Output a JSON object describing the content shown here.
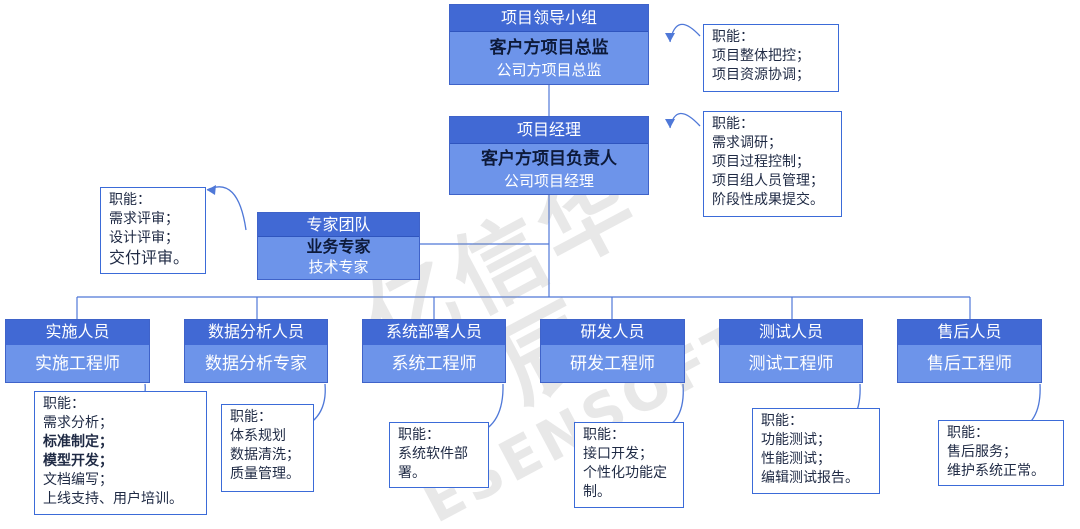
{
  "leader_group": {
    "title": "项目领导小组",
    "line1": "客户方项目总监",
    "line2": "公司方项目总监"
  },
  "leader_duties": {
    "label": "职能：",
    "items": [
      "项目整体把控；",
      "项目资源协调；"
    ]
  },
  "pm": {
    "title": "项目经理",
    "line1": "客户方项目负责人",
    "line2": "公司项目经理"
  },
  "pm_duties": {
    "label": "职能：",
    "items": [
      "需求调研；",
      "项目过程控制；",
      "项目组人员管理；",
      "阶段性成果提交。"
    ]
  },
  "experts": {
    "title": "专家团队",
    "line1": "业务专家",
    "line2": "技术专家"
  },
  "expert_duties": {
    "label": "职能：",
    "items": [
      "需求评审；",
      "设计评审；",
      "交付评审。"
    ]
  },
  "teams": [
    {
      "title": "实施人员",
      "sub": "实施工程师"
    },
    {
      "title": "数据分析人员",
      "sub": "数据分析专家"
    },
    {
      "title": "系统部署人员",
      "sub": "系统工程师"
    },
    {
      "title": "研发人员",
      "sub": "研发工程师"
    },
    {
      "title": "测试人员",
      "sub": "测试工程师"
    },
    {
      "title": "售后人员",
      "sub": "售后工程师"
    }
  ],
  "team_duties": [
    {
      "label": "职能：",
      "items": [
        "需求分析；",
        "标准制定；",
        "模型开发；",
        "文档编写；",
        "上线支持、用户培训。"
      ]
    },
    {
      "label": "职能：",
      "items": [
        "体系规划",
        "数据清洗；",
        "质量管理。"
      ]
    },
    {
      "label": "职能：",
      "items": [
        "系统软件部",
        "署。"
      ]
    },
    {
      "label": "职能：",
      "items": [
        "接口开发；",
        "个性化功能定",
        "制。"
      ]
    },
    {
      "label": "职能：",
      "items": [
        "功能测试；",
        "性能测试；",
        "编辑测试报告。"
      ]
    },
    {
      "label": "职能：",
      "items": [
        "售后服务；",
        "维护系统正常。"
      ]
    }
  ],
  "watermark": {
    "cn": "亿信华辰",
    "en": "ESENSOFT"
  },
  "colors": {
    "node_fill": "#6d94ea",
    "node_head": "#4169d4",
    "border": "#3f63c9",
    "line": "#4f78d8",
    "dark_text": "#0d1a3a"
  }
}
